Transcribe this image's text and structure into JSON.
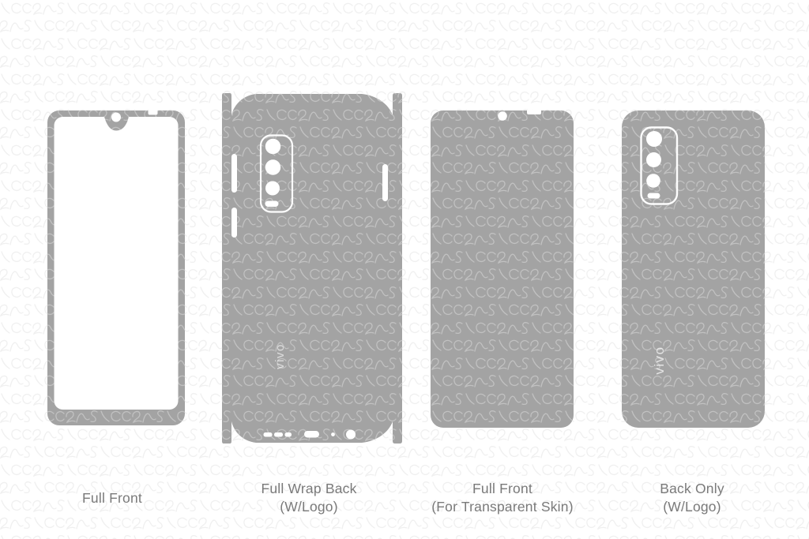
{
  "sheet": {
    "background_color": "#ffffff",
    "phone_fill_color": "#a3a3a3",
    "cutout_color": "#ffffff",
    "label_color": "#7a7a7a",
    "watermark_pattern_name": "vecras-squiggle-watermark"
  },
  "templates": [
    {
      "name": "full-front",
      "label_lines": [
        "Full Front"
      ]
    },
    {
      "name": "full-wrap-back",
      "label_lines": [
        "Full Wrap Back",
        "(W/Logo)"
      ],
      "logo_text": "vivo"
    },
    {
      "name": "full-front-transparent",
      "label_lines": [
        "Full Front",
        "(For Transparent Skin)"
      ]
    },
    {
      "name": "back-only",
      "label_lines": [
        "Back Only",
        "(W/Logo)"
      ],
      "logo_text": "vivo"
    }
  ]
}
